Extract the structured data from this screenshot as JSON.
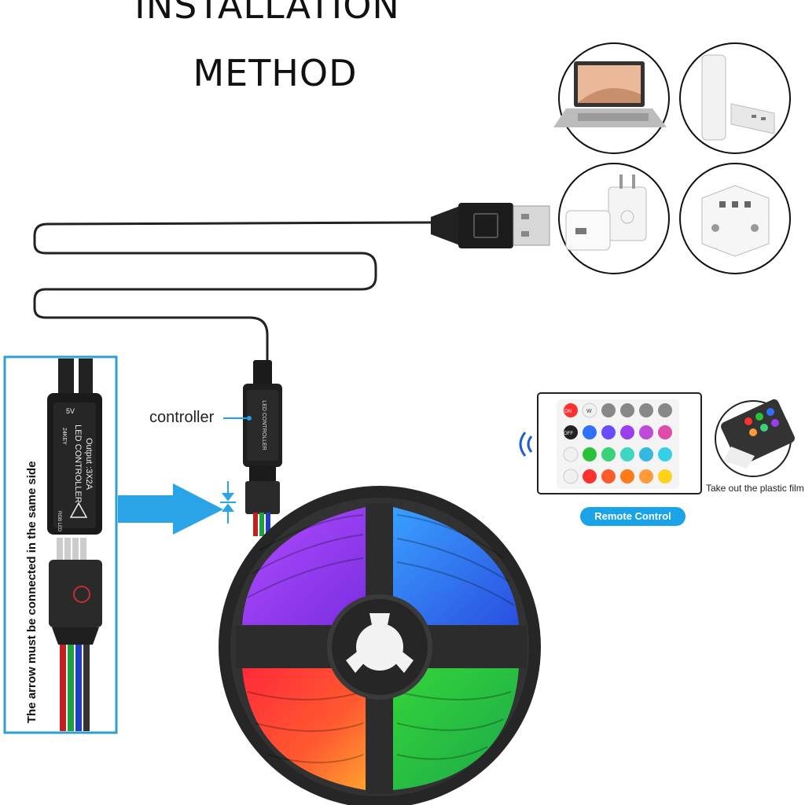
{
  "title": {
    "line1": "INSTALLATION",
    "line2": "METHOD"
  },
  "labels": {
    "controller": "controller",
    "side_note": "The arrow must be connected in the same side",
    "film_note": "Take out the plastic film",
    "remote_button": "Remote Control"
  },
  "controller_text": {
    "line1": "LED CONTROLLER",
    "line2": "Output :3X2A",
    "voltage": "5V",
    "keys": "24KEY",
    "tag": "RGB LED"
  },
  "remote_keys": {
    "top_row": [
      "ON",
      "W"
    ],
    "off_row": [
      "OFF"
    ],
    "colors_rows": [
      [
        "#ff3030",
        "#ff7a1a",
        "#ff9a3a",
        "#ffd21a"
      ],
      [
        "#28c23a",
        "#39d27a",
        "#3fd6c0",
        "#35b8e0"
      ],
      [
        "#3070ff",
        "#6a4cff",
        "#9a3ef0",
        "#e04aa8"
      ]
    ]
  },
  "power_sources": [
    "laptop-icon",
    "power-bank-icon",
    "wall-adapter-icon",
    "power-strip-icon"
  ],
  "colors": {
    "accent": "#1aa3e8",
    "frame": "#2f9ed0",
    "reel": "#2b2b2b"
  }
}
